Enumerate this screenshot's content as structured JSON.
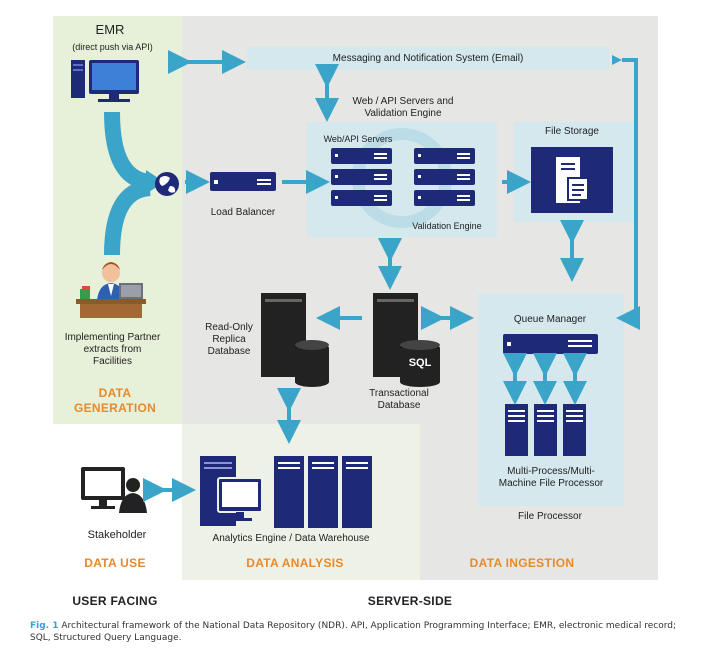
{
  "colors": {
    "server_side_bg": "#e6e7e5",
    "client_bg": "#e7f0d8",
    "data_use_bg": "#ffffff",
    "analysis_bg": "#eef2e6",
    "panel_blue": "#d4e8ee",
    "navy": "#1e2a78",
    "arrow": "#3aa4c9",
    "section_orange": "#e8892a"
  },
  "emr": {
    "title": "EMR",
    "subtitle": "(direct push via API)",
    "icon": "desktop-computer-icon"
  },
  "partner": {
    "label_lines": [
      "Implementing Partner",
      "extracts from",
      "Facilities"
    ],
    "icon": "person-at-desk-icon"
  },
  "globe_icon": "globe-icon",
  "load_balancer": {
    "label": "Load Balancer",
    "icon": "server-unit-icon"
  },
  "messaging": {
    "label": "Messaging and Notification System (Email)"
  },
  "web_api": {
    "title_lines": [
      "Web / API Servers and",
      "Validation Engine"
    ],
    "servers_label": "Web/API Servers",
    "validation_label": "Validation Engine"
  },
  "file_storage": {
    "label": "File Storage",
    "icon": "file-server-icon"
  },
  "replica_db": {
    "label_lines": [
      "Read-Only",
      "Replica",
      "Database"
    ],
    "icon": "database-server-icon"
  },
  "transactional_db": {
    "label_lines": [
      "Transactional",
      "Database"
    ],
    "badge": "SQL",
    "icon": "sql-database-icon"
  },
  "queue_manager": {
    "label": "Queue Manager",
    "icon": "queue-server-icon"
  },
  "file_processor": {
    "label_lines": [
      "Multi-Process/Multi-",
      "Machine File Processor"
    ],
    "section_label": "File Processor"
  },
  "stakeholder": {
    "label": "Stakeholder",
    "icon": "person-at-computer-icon"
  },
  "analytics": {
    "label": "Analytics Engine / Data Warehouse",
    "icon": "data-warehouse-icon"
  },
  "sections": {
    "generation_lines": [
      "DATA",
      "GENERATION"
    ],
    "use": "DATA USE",
    "analysis": "DATA ANALYSIS",
    "ingestion": "DATA INGESTION"
  },
  "footer": {
    "user_facing": "USER FACING",
    "server_side": "SERVER-SIDE"
  },
  "caption": {
    "fig_label": "Fig. 1",
    "text": "Architectural framework of the National Data Repository (NDR). API, Application Programming Interface; EMR, electronic medical record; SQL, Structured Query Language."
  }
}
